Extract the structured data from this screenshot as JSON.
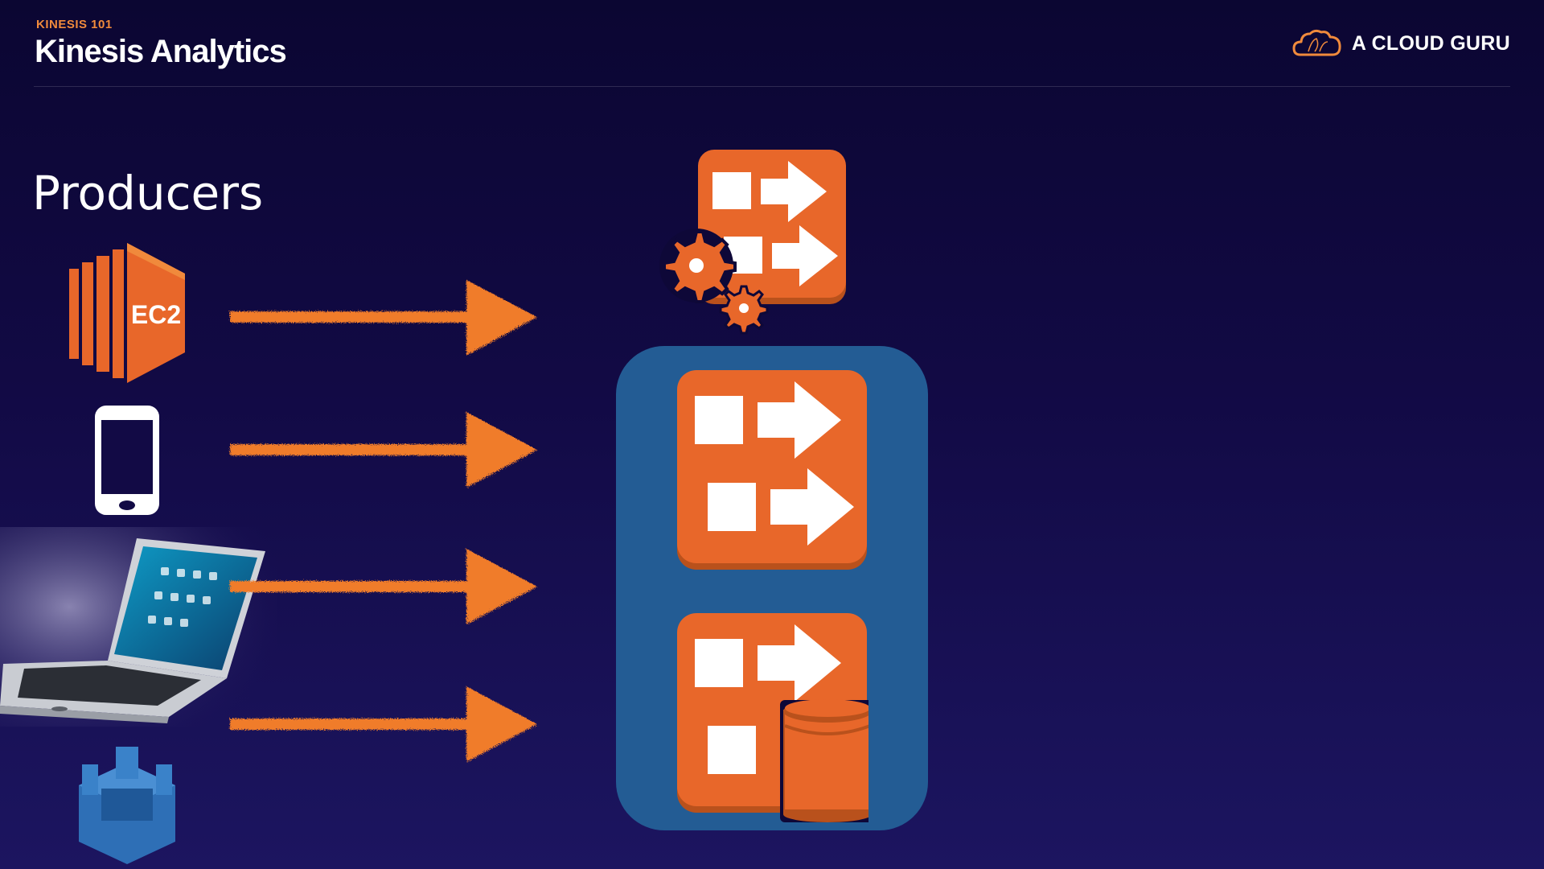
{
  "header": {
    "kicker": "KINESIS 101",
    "title": "Kinesis Analytics",
    "brand": "A CLOUD GURU"
  },
  "section": {
    "label": "Producers"
  },
  "producers": [
    {
      "icon": "ec2-icon",
      "label": "EC2"
    },
    {
      "icon": "mobile-phone-icon"
    },
    {
      "icon": "laptop-icon"
    },
    {
      "icon": "aws-iot-icon"
    }
  ],
  "colors": {
    "accent_orange": "#e8672a",
    "arrow_orange": "#f07b2c",
    "panel_blue": "#235c94",
    "background": "#120a45"
  }
}
